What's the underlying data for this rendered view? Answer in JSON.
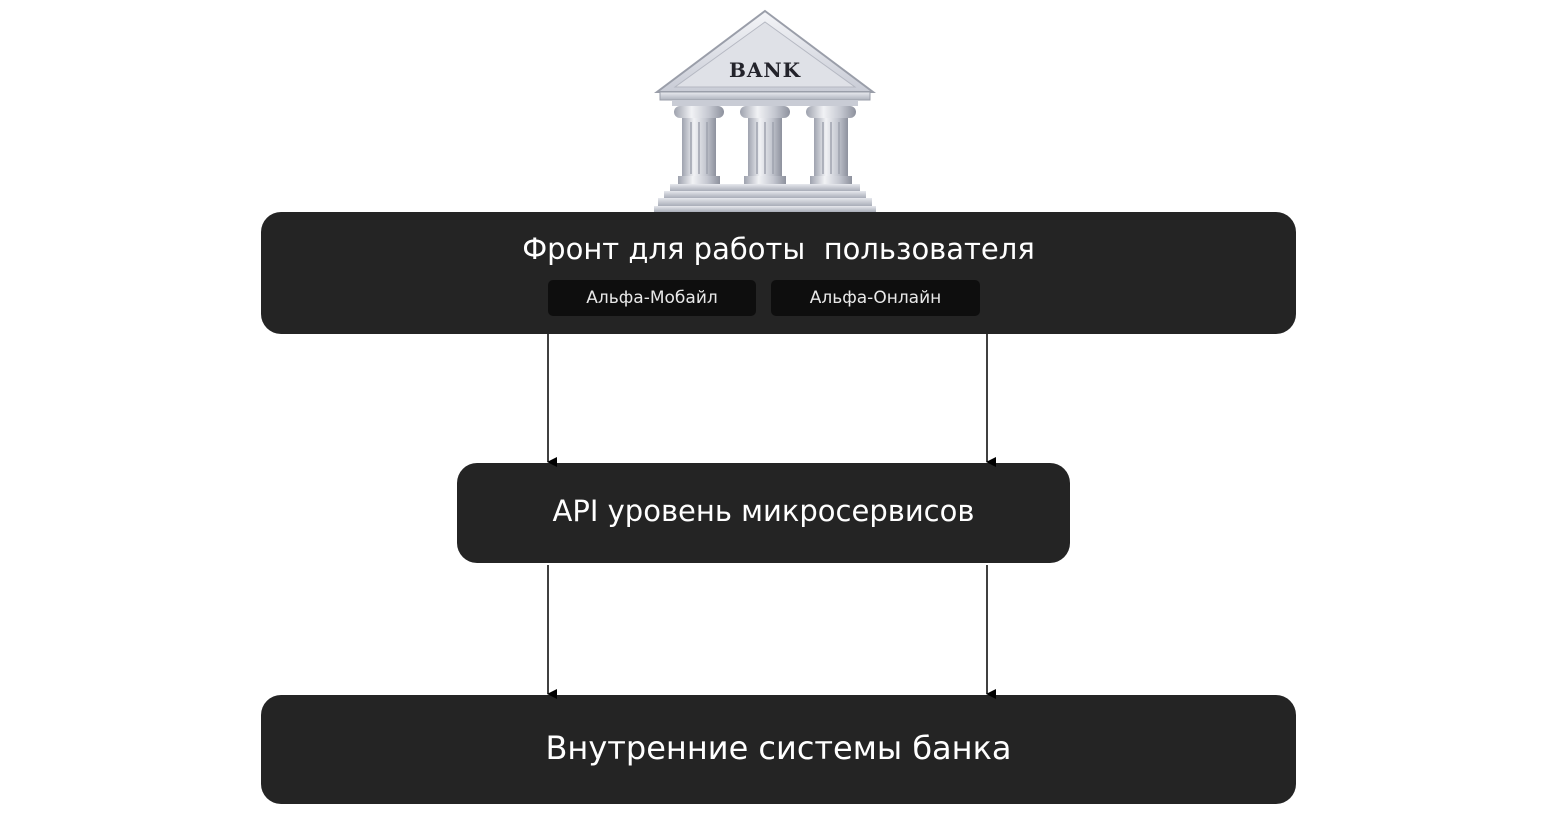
{
  "logo": {
    "text": "BANK",
    "icon": "bank-building-icon"
  },
  "layers": {
    "front": {
      "title": "Фронт для работы  пользователя",
      "channels": [
        "Альфа-Мобайл",
        "Альфа-Онлайн"
      ]
    },
    "api": {
      "title": "API уровень микросервисов"
    },
    "internal": {
      "title": "Внутренние системы банка"
    }
  },
  "colors": {
    "box": "#242424",
    "channel": "#0e0e0e",
    "text": "#ffffff",
    "arrow": "#000000"
  }
}
